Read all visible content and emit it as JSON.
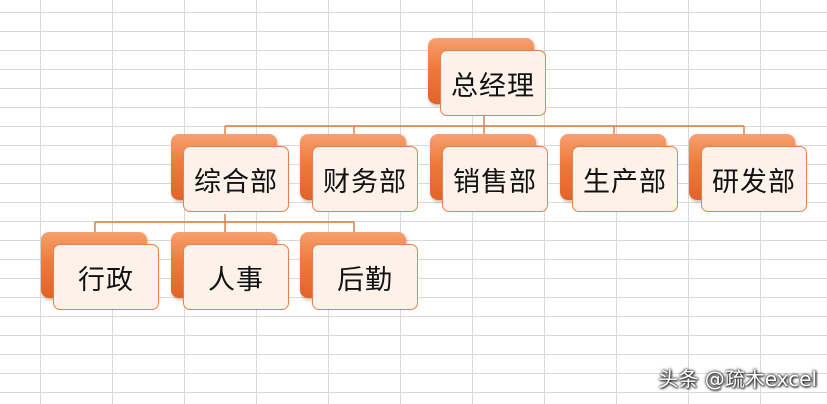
{
  "org_chart": {
    "root": {
      "label": "总经理"
    },
    "departments": [
      {
        "label": "综合部"
      },
      {
        "label": "财务部"
      },
      {
        "label": "销售部"
      },
      {
        "label": "生产部"
      },
      {
        "label": "研发部"
      }
    ],
    "sub_units": [
      {
        "label": "行政"
      },
      {
        "label": "人事"
      },
      {
        "label": "后勤"
      }
    ]
  },
  "colors": {
    "accent": "#ee7a3a",
    "box_fill": "#fdf2ea",
    "connector": "#d97a3e",
    "gridline": "#d9d9d9"
  },
  "watermark": {
    "text": "头条 @疏木excel"
  }
}
